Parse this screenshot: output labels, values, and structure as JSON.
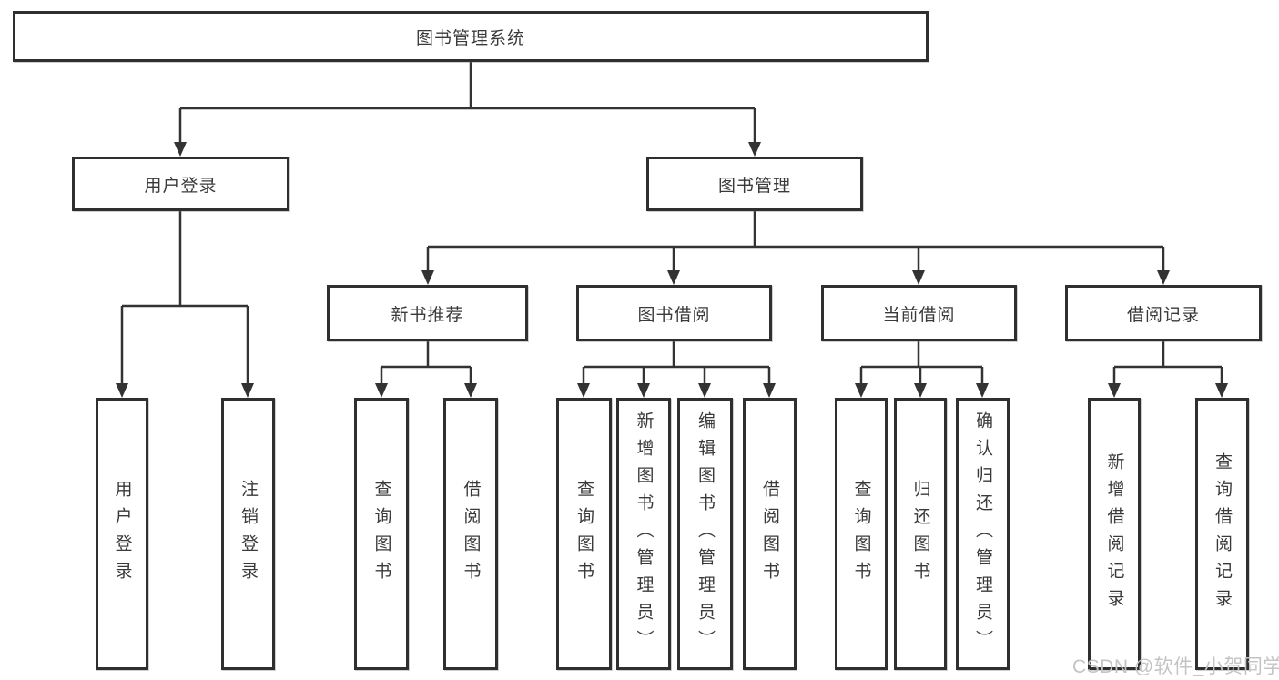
{
  "diagram": {
    "title": "图书管理系统",
    "branches": [
      {
        "label": "用户登录",
        "children": [
          {
            "label": "用户登录"
          },
          {
            "label": "注销登录"
          }
        ]
      },
      {
        "label": "图书管理",
        "children": [
          {
            "label": "新书推荐",
            "children": [
              {
                "label": "查询图书"
              },
              {
                "label": "借阅图书"
              }
            ]
          },
          {
            "label": "图书借阅",
            "children": [
              {
                "label": "查询图书"
              },
              {
                "label": "新增图书（管理员）"
              },
              {
                "label": "编辑图书（管理员）"
              },
              {
                "label": "借阅图书"
              }
            ]
          },
          {
            "label": "当前借阅",
            "children": [
              {
                "label": "查询图书"
              },
              {
                "label": "归还图书"
              },
              {
                "label": "确认归还（管理员）"
              }
            ]
          },
          {
            "label": "借阅记录",
            "children": [
              {
                "label": "新增借阅记录"
              },
              {
                "label": "查询借阅记录"
              }
            ]
          }
        ]
      }
    ]
  },
  "watermark": {
    "text": "CSDN @软件_小贺同学"
  },
  "colors": {
    "line": "#333333",
    "box_border": "#2f2f2f",
    "text": "#3a3a3a",
    "watermark": "#c4c4c4",
    "background": "#ffffff"
  }
}
